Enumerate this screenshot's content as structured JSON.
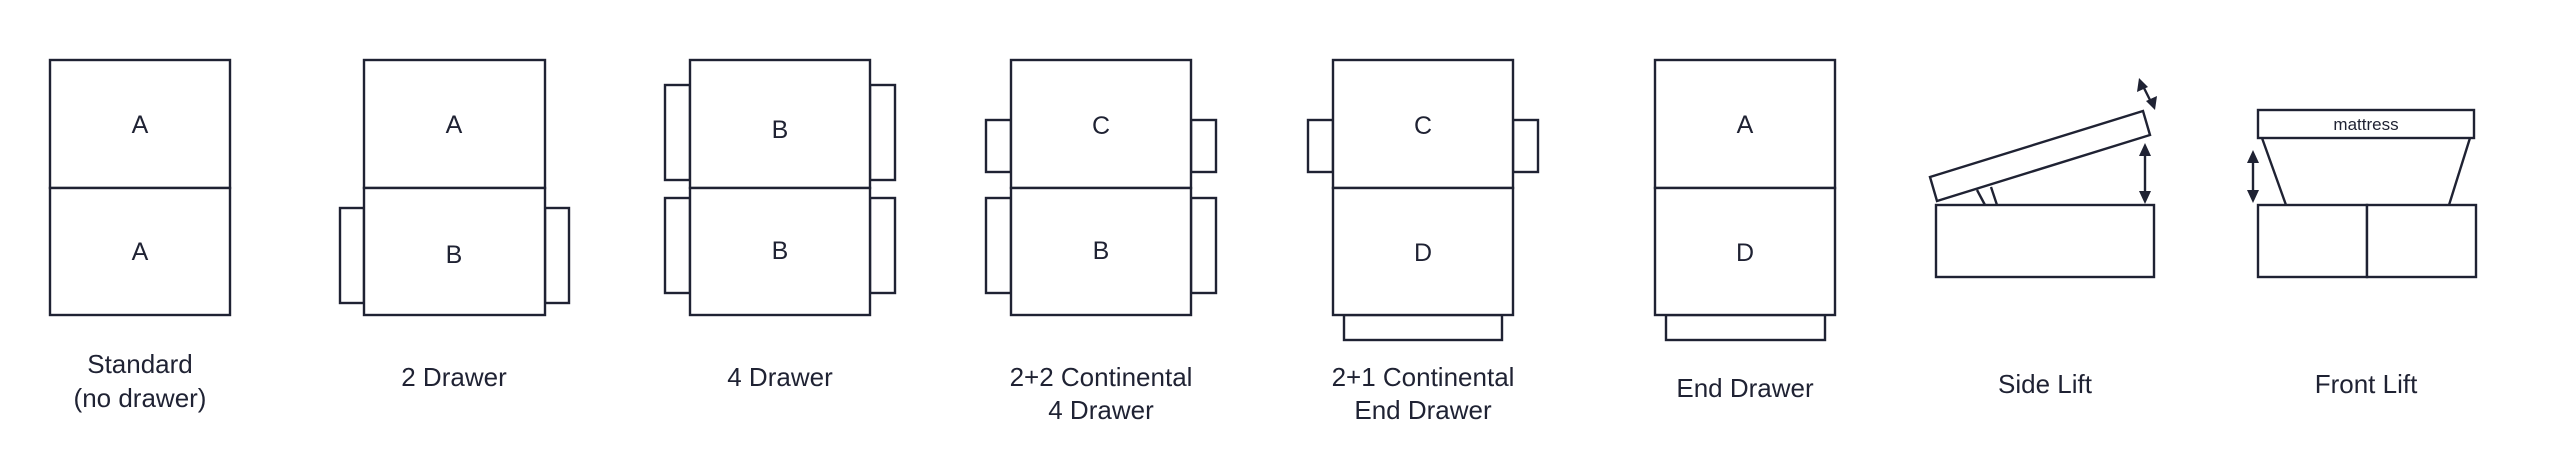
{
  "colors": {
    "stroke": "#1f2233",
    "background": "#ffffff"
  },
  "variants": [
    {
      "id": "standard",
      "caption_lines": [
        "Standard",
        "(no drawer)"
      ],
      "top_letter": "A",
      "bottom_letter": "A",
      "drawers": "none"
    },
    {
      "id": "two-drawer",
      "caption_lines": [
        "2 Drawer"
      ],
      "top_letter": "A",
      "bottom_letter": "B",
      "drawers": "2 side drawers"
    },
    {
      "id": "four-drawer",
      "caption_lines": [
        "4 Drawer"
      ],
      "top_letter": "B",
      "bottom_letter": "B",
      "drawers": "4 side drawers"
    },
    {
      "id": "continental-2-2",
      "caption_lines": [
        "2+2 Continental",
        "4 Drawer"
      ],
      "top_letter": "C",
      "bottom_letter": "B",
      "drawers": "2 small + 2 large side drawers"
    },
    {
      "id": "continental-2-1",
      "caption_lines": [
        "2+1 Continental",
        "End Drawer"
      ],
      "top_letter": "C",
      "bottom_letter": "D",
      "drawers": "2 side drawers + 1 end drawer"
    },
    {
      "id": "end-drawer",
      "caption_lines": [
        "End Drawer"
      ],
      "top_letter": "A",
      "bottom_letter": "D",
      "drawers": "1 end drawer"
    },
    {
      "id": "side-lift",
      "caption_lines": [
        "Side Lift"
      ],
      "drawers": "lift-up platform (side)"
    },
    {
      "id": "front-lift",
      "caption_lines": [
        "Front Lift"
      ],
      "label": "mattress",
      "drawers": "lift-up platform (front)"
    }
  ]
}
